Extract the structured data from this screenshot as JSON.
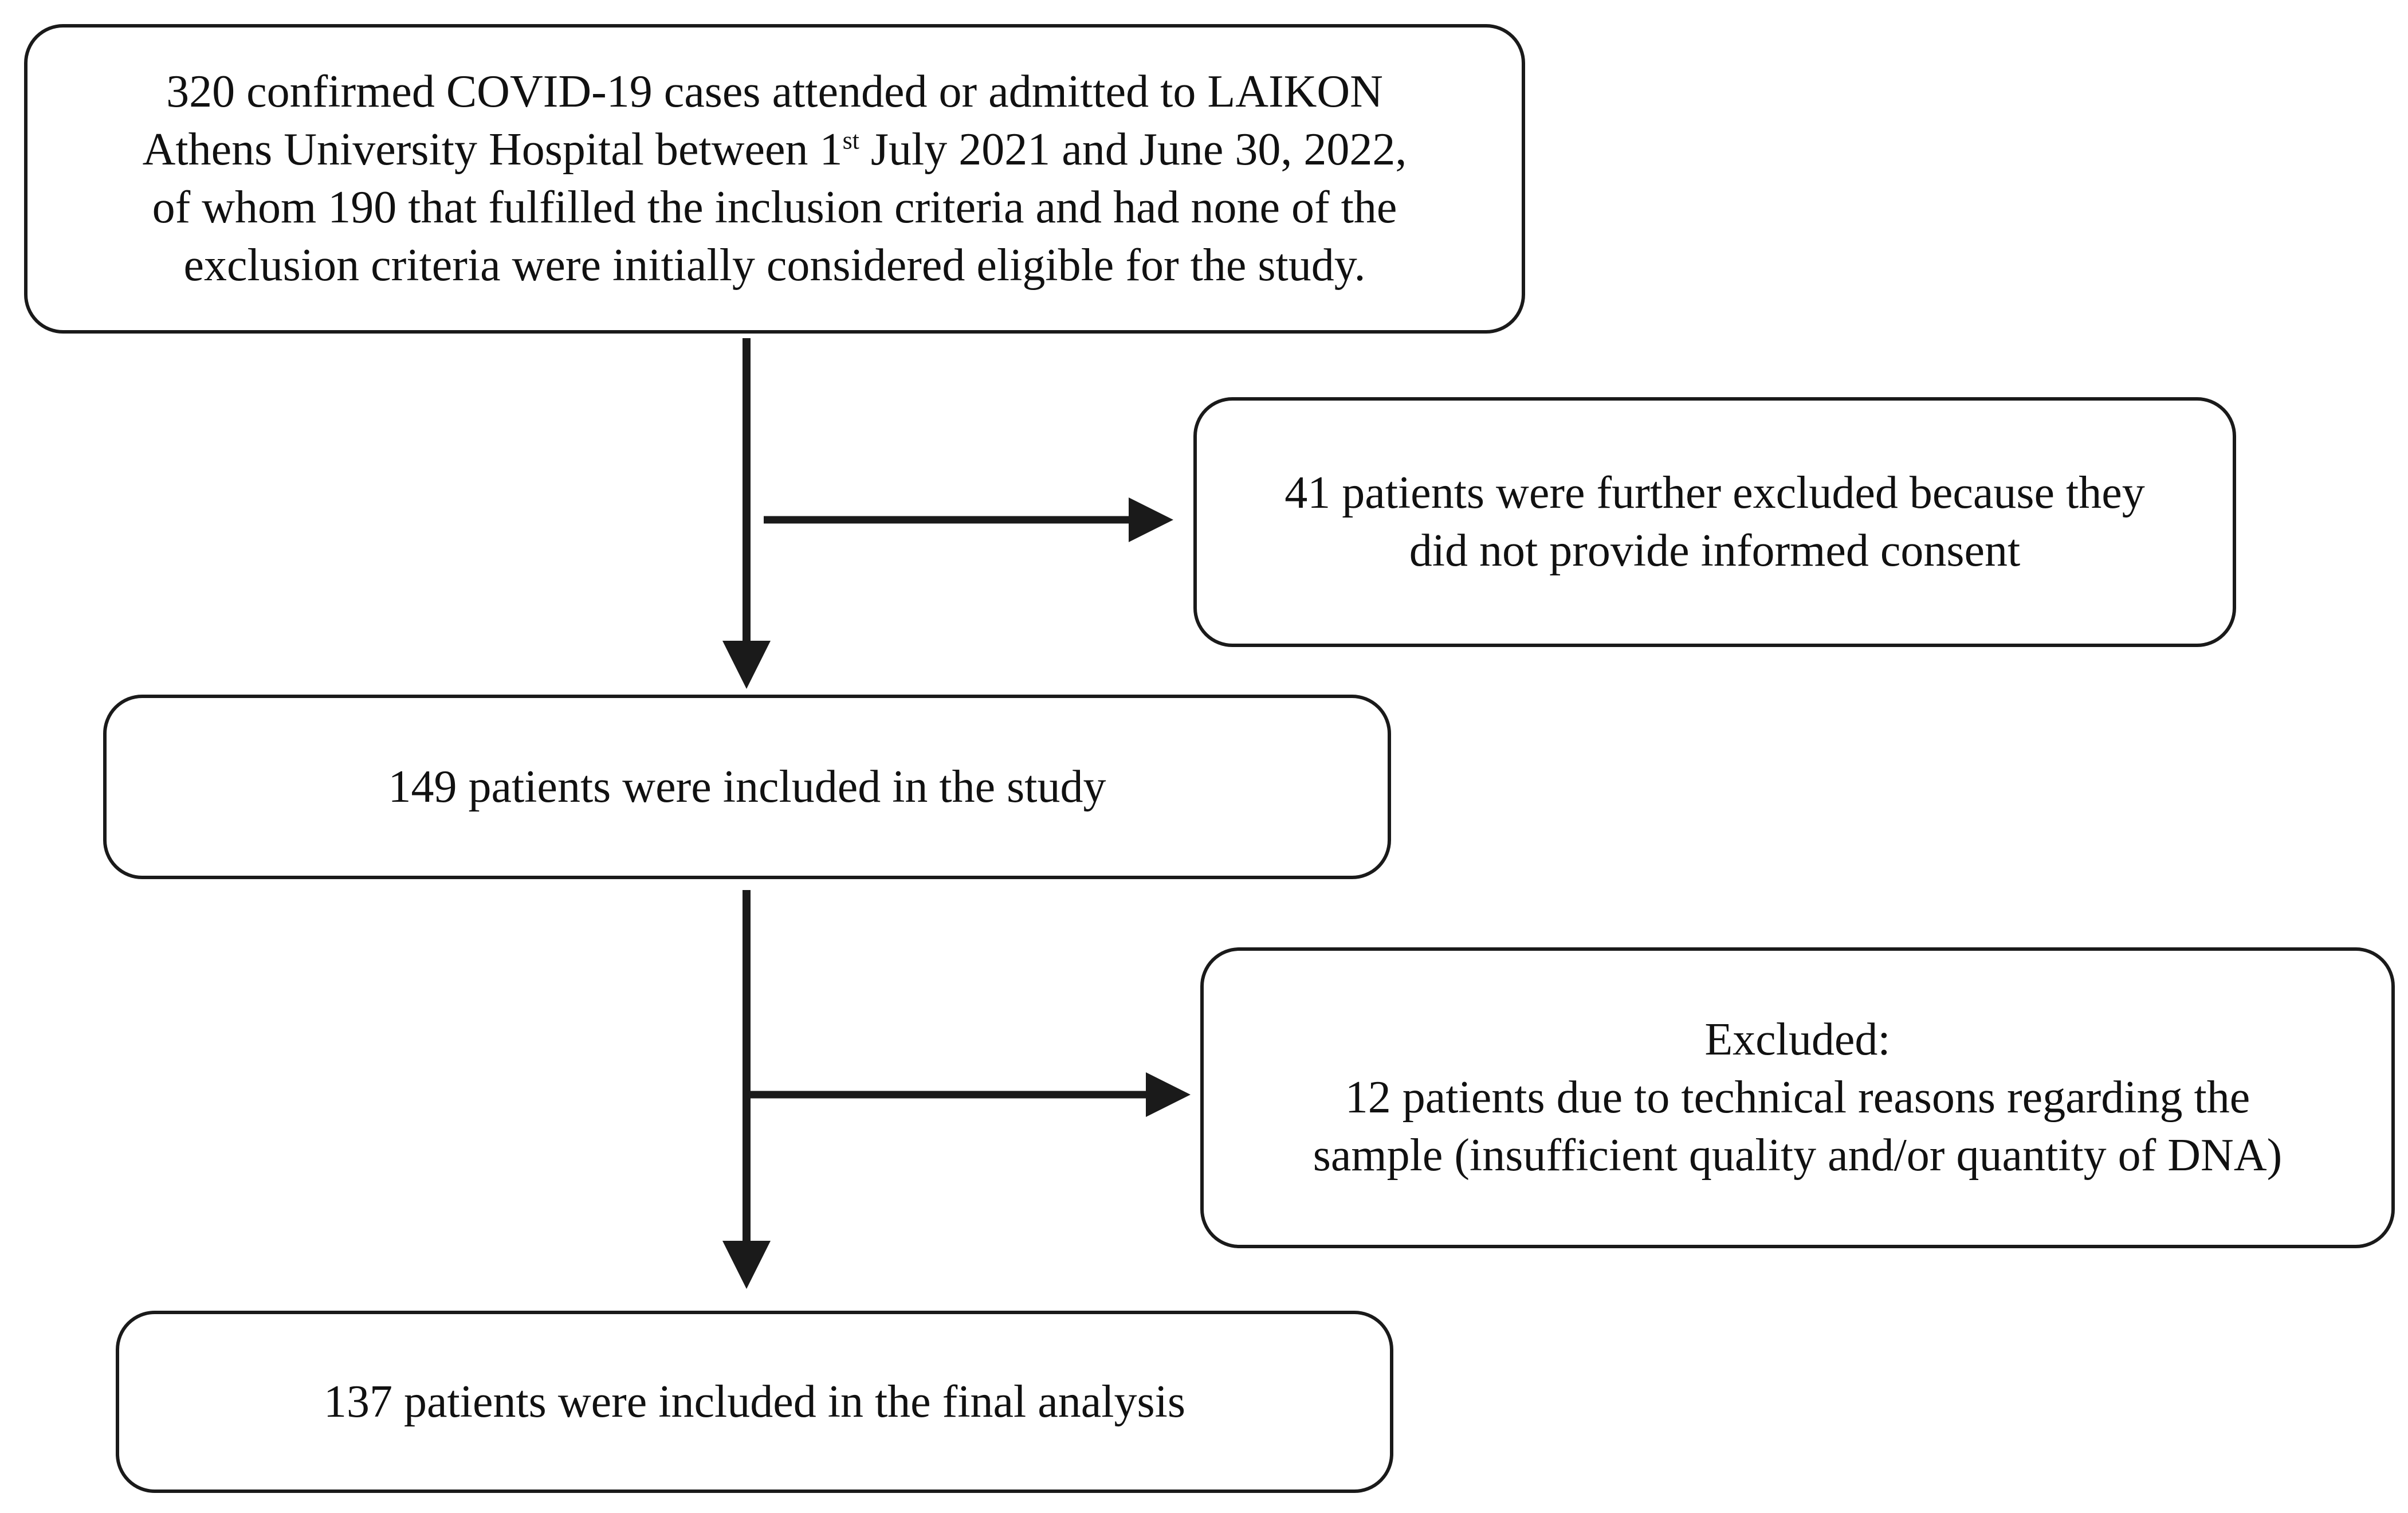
{
  "flow": {
    "screened": {
      "line1": "320 confirmed COVID-19 cases attended or admitted to LAIKON",
      "line2_before_sup": "Athens University Hospital  between 1",
      "line2_sup": "st",
      "line2_after_sup": " July 2021 and June 30, 2022,",
      "line3": "of whom 190  that fulfilled the inclusion criteria and had none of the",
      "line4": "exclusion  criteria were initially considered eligible for the study."
    },
    "no_consent": {
      "line1": "41 patients were further excluded because they",
      "line2": "did not provide informed consent"
    },
    "included": {
      "text": "149 patients were included in the study"
    },
    "technical_exclusion": {
      "heading": "Excluded:",
      "line1": "12 patients due to technical reasons regarding the",
      "line2": "sample (insufficient quality and/or quantity of DNA)"
    },
    "final": {
      "text": "137 patients were included in the final analysis"
    }
  },
  "colors": {
    "stroke": "#1a1a1a",
    "background": "#ffffff",
    "text": "#111111"
  }
}
